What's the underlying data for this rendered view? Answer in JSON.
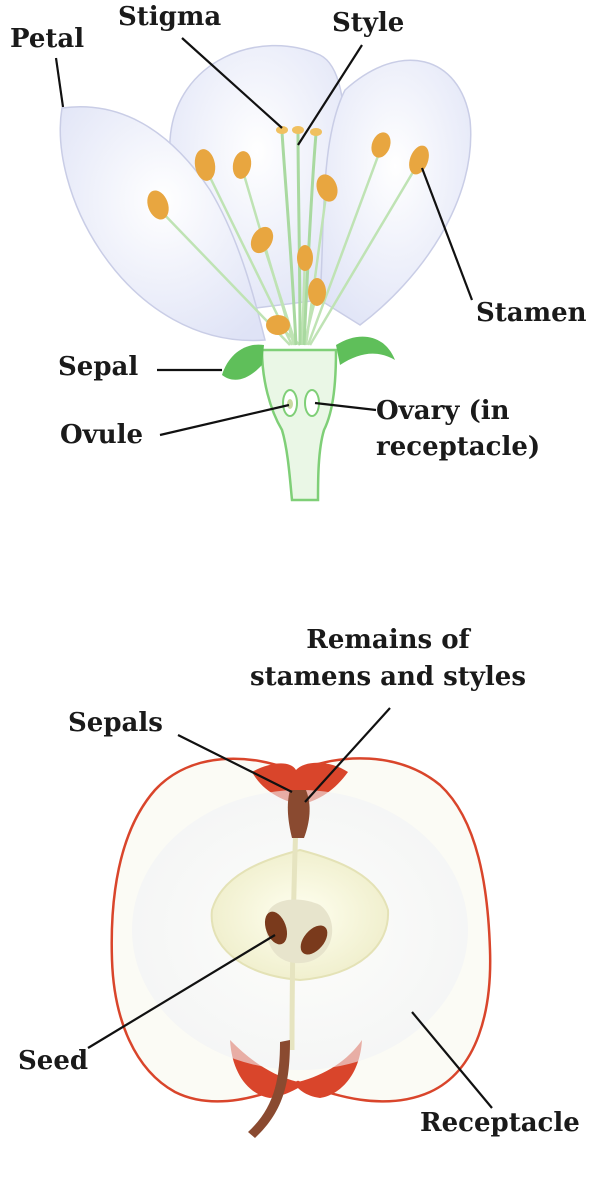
{
  "flower": {
    "labels": {
      "petal": "Petal",
      "stigma": "Stigma",
      "style": "Style",
      "stamen": "Stamen",
      "sepal": "Sepal",
      "ovule": "Ovule",
      "ovary_line1": "Ovary (in",
      "ovary_line2": "receptacle)"
    }
  },
  "apple": {
    "labels": {
      "remains_line1": "Remains of",
      "remains_line2": "stamens and styles",
      "sepals": "Sepals",
      "seed": "Seed",
      "receptacle": "Receptacle"
    }
  },
  "colors": {
    "petal_fill": "#eef0fb",
    "petal_edge": "#c9cde6",
    "filament": "#bfe3b4",
    "anther": "#e8a640",
    "green": "#5fbf5a",
    "apple_skin": "#d9452b",
    "apple_flesh": "#fbfbf5",
    "seed": "#7a3a1c",
    "stem": "#8a4a30",
    "leader": "#111111"
  }
}
